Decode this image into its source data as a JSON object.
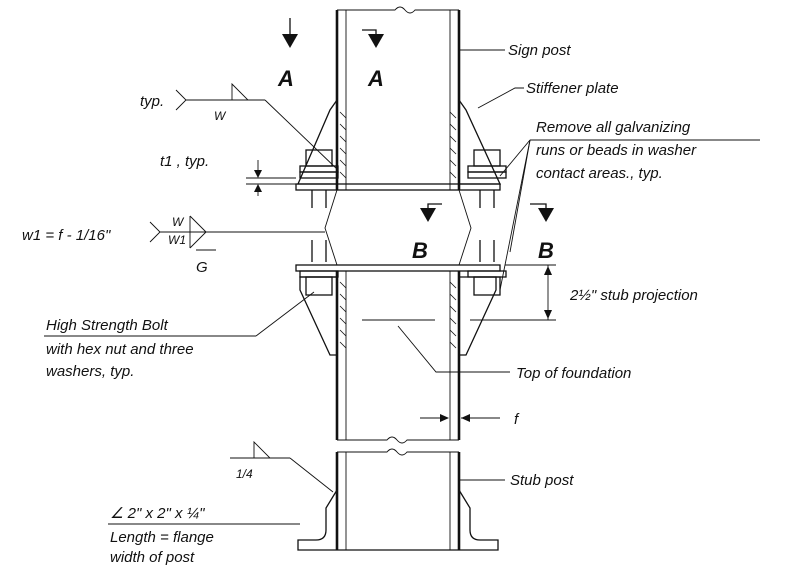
{
  "labels": {
    "sign_post": "Sign post",
    "stiffener_plate": "Stiffener plate",
    "remove_1": "Remove all galvanizing",
    "remove_2": "runs or beads in washer",
    "remove_3": "contact areas., typ.",
    "stub_projection": "2½\" stub projection",
    "bolt_1": "High Strength Bolt",
    "bolt_2": "with hex nut and three",
    "bolt_3": "washers, typ.",
    "top_of_foundation": "Top of foundation",
    "f": "f",
    "stub_post": "Stub post",
    "angle_1": "∠ 2\" x 2\" x ¼\"",
    "angle_2": "Length = flange",
    "angle_3": "width of post"
  },
  "weld_symbols": {
    "top_typ": "typ.",
    "top_w": "W",
    "t1_typ": "t1 , typ.",
    "w1_formula": "w1 = f - 1/16\"",
    "w1_w": "W",
    "w1_w1": "W1",
    "w1_g": "G",
    "quarter": "1/4"
  },
  "section_marks": {
    "a_left": "A",
    "a_right": "A",
    "b_left": "B",
    "b_right": "B"
  }
}
